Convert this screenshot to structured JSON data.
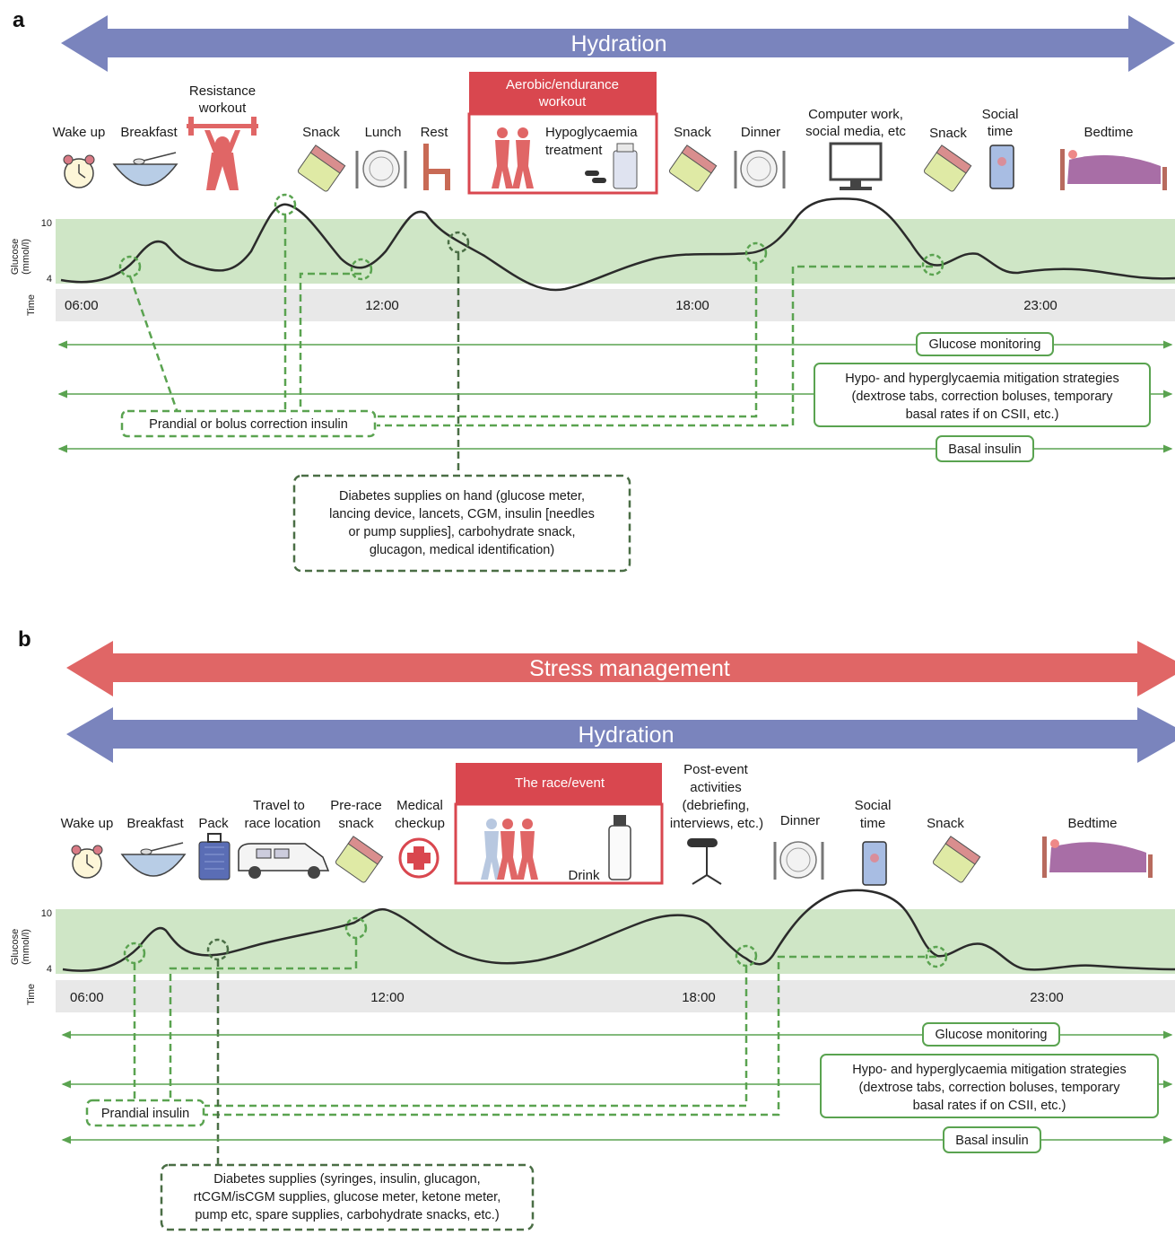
{
  "panel_a": {
    "letter": "a",
    "hydration": "Hydration",
    "workout_header": [
      "Aerobic/endurance",
      "workout"
    ],
    "activities": {
      "wake_up": "Wake up",
      "breakfast": "Breakfast",
      "resistance": [
        "Resistance",
        "workout"
      ],
      "snack1": "Snack",
      "lunch": "Lunch",
      "rest": "Rest",
      "hypo_treatment": [
        "Hypoglycaemia",
        "treatment"
      ],
      "snack2": "Snack",
      "dinner": "Dinner",
      "computer": [
        "Computer work,",
        "social media, etc"
      ],
      "snack3": "Snack",
      "social": [
        "Social",
        "time"
      ],
      "bedtime": "Bedtime"
    },
    "glucose_axis": {
      "label": [
        "Glucose",
        "(mmol/l)"
      ],
      "tick_high": "10",
      "tick_low": "4"
    },
    "time_axis": {
      "label": "Time",
      "ticks": [
        "06:00",
        "12:00",
        "18:00",
        "23:00"
      ]
    },
    "glucose_monitoring": "Glucose monitoring",
    "mitigation": [
      "Hypo- and hyperglycaemia mitigation strategies",
      "(dextrose tabs, correction boluses, temporary",
      "basal rates if on CSII, etc.)"
    ],
    "prandial": "Prandial or bolus correction insulin",
    "basal": "Basal insulin",
    "supplies": [
      "Diabetes supplies on hand (glucose meter,",
      "lancing device, lancets, CGM, insulin [needles",
      "or pump supplies], carbohydrate snack,",
      "glucagon, medical identification)"
    ]
  },
  "panel_b": {
    "letter": "b",
    "stress": "Stress management",
    "hydration": "Hydration",
    "race_header": "The race/event",
    "activities": {
      "wake_up": "Wake up",
      "breakfast": "Breakfast",
      "pack": "Pack",
      "travel": [
        "Travel to",
        "race location"
      ],
      "prerace": [
        "Pre-race",
        "snack"
      ],
      "medical": [
        "Medical",
        "checkup"
      ],
      "drink": "Drink",
      "postevent": [
        "Post-event",
        "activities",
        "(debriefing,",
        "interviews, etc.)"
      ],
      "dinner": "Dinner",
      "social": [
        "Social",
        "time"
      ],
      "snack": "Snack",
      "bedtime": "Bedtime"
    },
    "glucose_axis": {
      "label": [
        "Glucose",
        "(mmol/l)"
      ],
      "tick_high": "10",
      "tick_low": "4"
    },
    "time_axis": {
      "label": "Time",
      "ticks": [
        "06:00",
        "12:00",
        "18:00",
        "23:00"
      ]
    },
    "glucose_monitoring": "Glucose monitoring",
    "mitigation": [
      "Hypo- and hyperglycaemia mitigation strategies",
      "(dextrose tabs, correction boluses, temporary",
      "basal rates if on CSII, etc.)"
    ],
    "prandial": "Prandial insulin",
    "basal": "Basal insulin",
    "supplies": [
      "Diabetes supplies (syringes, insulin, glucagon,",
      "rtCGM/isCGM supplies, glucose meter, ketone meter,",
      "pump etc, spare supplies, carbohydrate snacks, etc.)"
    ]
  },
  "colors": {
    "hydration": "#7a84bd",
    "stress": "#e06666",
    "workout": "#d9474f",
    "glucose_band": "#cfe6c6",
    "time_band": "#e8e8e8",
    "green": "#5aa350",
    "darkgreen": "#4a6e45",
    "curve": "#2b2b2b"
  }
}
